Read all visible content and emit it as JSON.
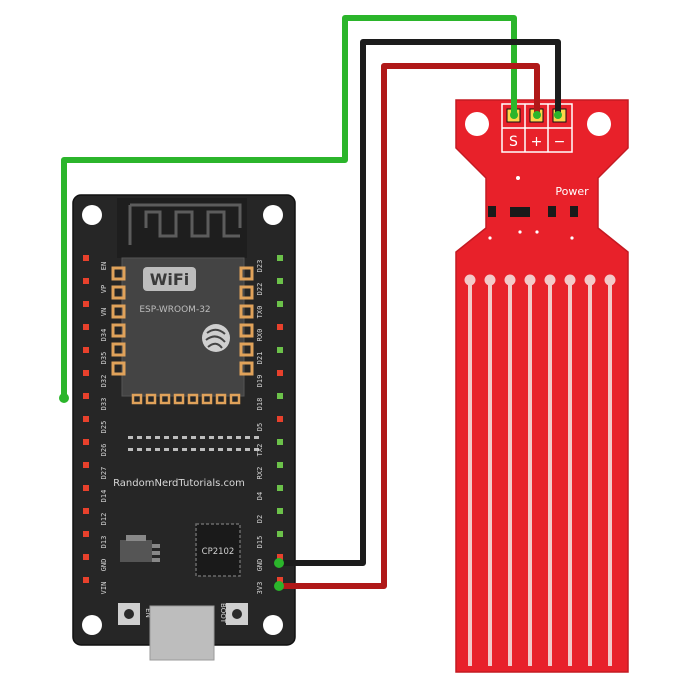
{
  "board": {
    "module_label": "ESP-WROOM-32",
    "wifi_label": "WiFi",
    "website": "RandomNerdTutorials.com",
    "usb_chip": "CP2102",
    "left_pins": [
      "EN",
      "VP",
      "VN",
      "D34",
      "D35",
      "D32",
      "D33",
      "D25",
      "D26",
      "D27",
      "D14",
      "D12",
      "D13",
      "GND",
      "VIN"
    ],
    "right_pins": [
      "D23",
      "D22",
      "TX0",
      "RX0",
      "D21",
      "D19",
      "D18",
      "D5",
      "TX2",
      "RX2",
      "D4",
      "D2",
      "D15",
      "GND",
      "3V3"
    ],
    "button_en": "EN",
    "button_boot": "BOOT"
  },
  "sensor": {
    "pin_s": "S",
    "pin_plus": "+",
    "pin_minus": "−",
    "power_label": "Power"
  },
  "wires": [
    {
      "from": "D33",
      "to": "S",
      "color": "#2bb52b"
    },
    {
      "from": "GND",
      "to": "−",
      "color": "#1c1c1c"
    },
    {
      "from": "3V3",
      "to": "+",
      "color": "#b01818"
    }
  ]
}
